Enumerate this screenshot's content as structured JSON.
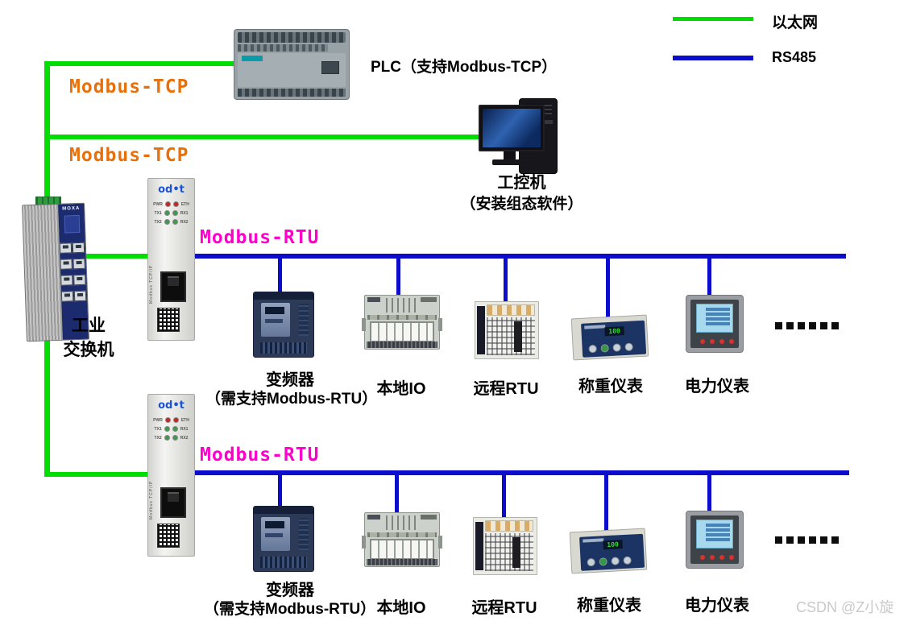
{
  "legend": {
    "items": [
      {
        "label": "以太网",
        "color": "#00dd00"
      },
      {
        "label": "RS485",
        "color": "#0c0ccc"
      }
    ]
  },
  "topology": {
    "modbus_tcp_label_1": "Modbus-TCP",
    "modbus_tcp_label_2": "Modbus-TCP",
    "plc_label": "PLC（支持Modbus-TCP）",
    "ipc_label_line1": "工控机",
    "ipc_label_line2": "（安装组态软件）",
    "switch_label_line1": "工业",
    "switch_label_line2": "交换机"
  },
  "switch_device": {
    "brand": "MOXA"
  },
  "gateway": {
    "brand": "od•t",
    "side_label": "Modbus TCP/IP",
    "led_rows": [
      {
        "left": "PWR",
        "right": "ETH"
      },
      {
        "left": "TX1",
        "right": "RX1"
      },
      {
        "left": "TX2",
        "right": "RX2"
      }
    ]
  },
  "weighing_display": "100",
  "bus1": {
    "protocol_label": "Modbus-RTU",
    "devices": [
      {
        "name": "vfd",
        "label": "变频器",
        "sublabel": "（需支持Modbus-RTU）"
      },
      {
        "name": "local-io",
        "label": "本地IO"
      },
      {
        "name": "remote-rtu",
        "label": "远程RTU"
      },
      {
        "name": "weighing-meter",
        "label": "称重仪表"
      },
      {
        "name": "power-meter",
        "label": "电力仪表"
      }
    ],
    "ellipsis": "......"
  },
  "bus2": {
    "protocol_label": "Modbus-RTU",
    "devices": [
      {
        "name": "vfd",
        "label": "变频器",
        "sublabel": "（需支持Modbus-RTU）"
      },
      {
        "name": "local-io",
        "label": "本地IO"
      },
      {
        "name": "remote-rtu",
        "label": "远程RTU"
      },
      {
        "name": "weighing-meter",
        "label": "称重仪表"
      },
      {
        "name": "power-meter",
        "label": "电力仪表"
      }
    ],
    "ellipsis": "......"
  },
  "watermark": "CSDN @Z小旋"
}
